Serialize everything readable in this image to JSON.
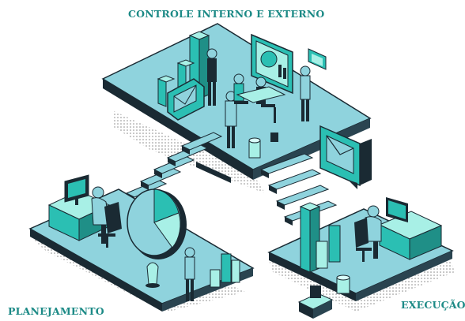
{
  "labels": {
    "top": "CONTROLE INTERNO E EXTERNO",
    "left": "PLANEJAMENTO",
    "right": "EXECUÇÃO"
  },
  "colors": {
    "platform": "#8fd3dd",
    "platform_dark": "#1a2a33",
    "accent": "#2bbfb3",
    "accent_light": "#a8f0e6",
    "text": "#1c8a86"
  },
  "icons": [
    "monitor-icon",
    "chart-icon",
    "mail-icon",
    "pie-chart-icon",
    "lamp-icon"
  ]
}
